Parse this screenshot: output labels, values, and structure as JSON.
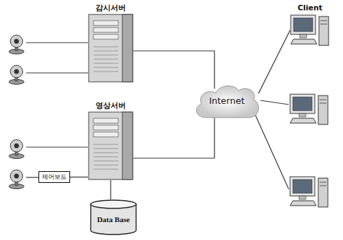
{
  "diagram": {
    "nodes": [
      {
        "text": [
          "감시서버"
        ]
      },
      {
        "text": [
          "Client"
        ]
      },
      {
        "text": [
          "Internet"
        ]
      },
      {
        "text": [
          "영상서버"
        ]
      },
      {
        "text": [
          "제어보드"
        ]
      },
      {
        "text": [
          "Data Base"
        ]
      }
    ],
    "edges": [
      {
        "from": 0,
        "to": 2,
        "arrow": "none"
      },
      {
        "from": 3,
        "to": 2,
        "arrow": "none"
      },
      {
        "from": 2,
        "to": 1,
        "arrow": "none"
      },
      {
        "from": 4,
        "to": 3,
        "arrow": "none"
      },
      {
        "from": 3,
        "to": 5,
        "arrow": "none"
      }
    ]
  }
}
